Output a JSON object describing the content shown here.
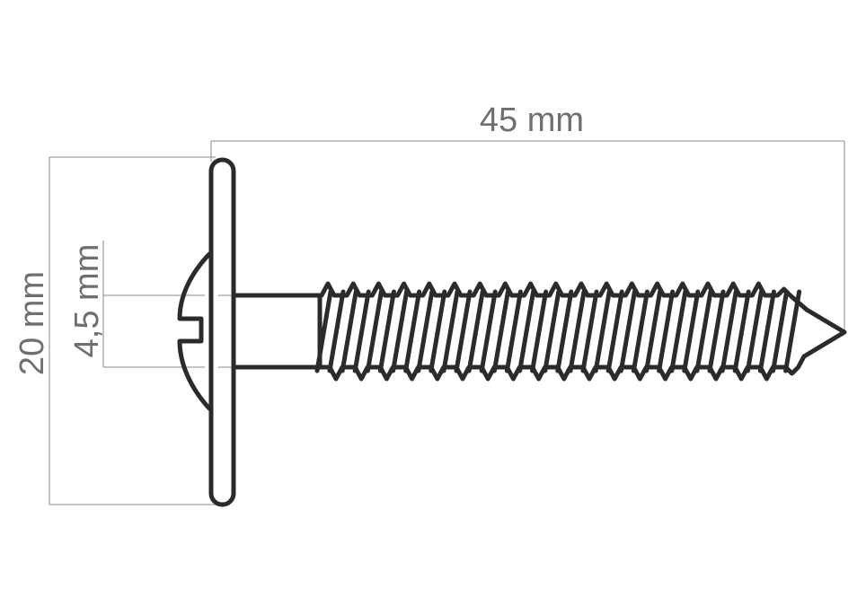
{
  "dimensions": {
    "length": "45 mm",
    "head_diameter": "20 mm",
    "shank_diameter": "4,5 mm"
  },
  "colors": {
    "outline": "#2b2b2b",
    "dimension": "#8a8a8a",
    "text": "#6f6f6f"
  }
}
